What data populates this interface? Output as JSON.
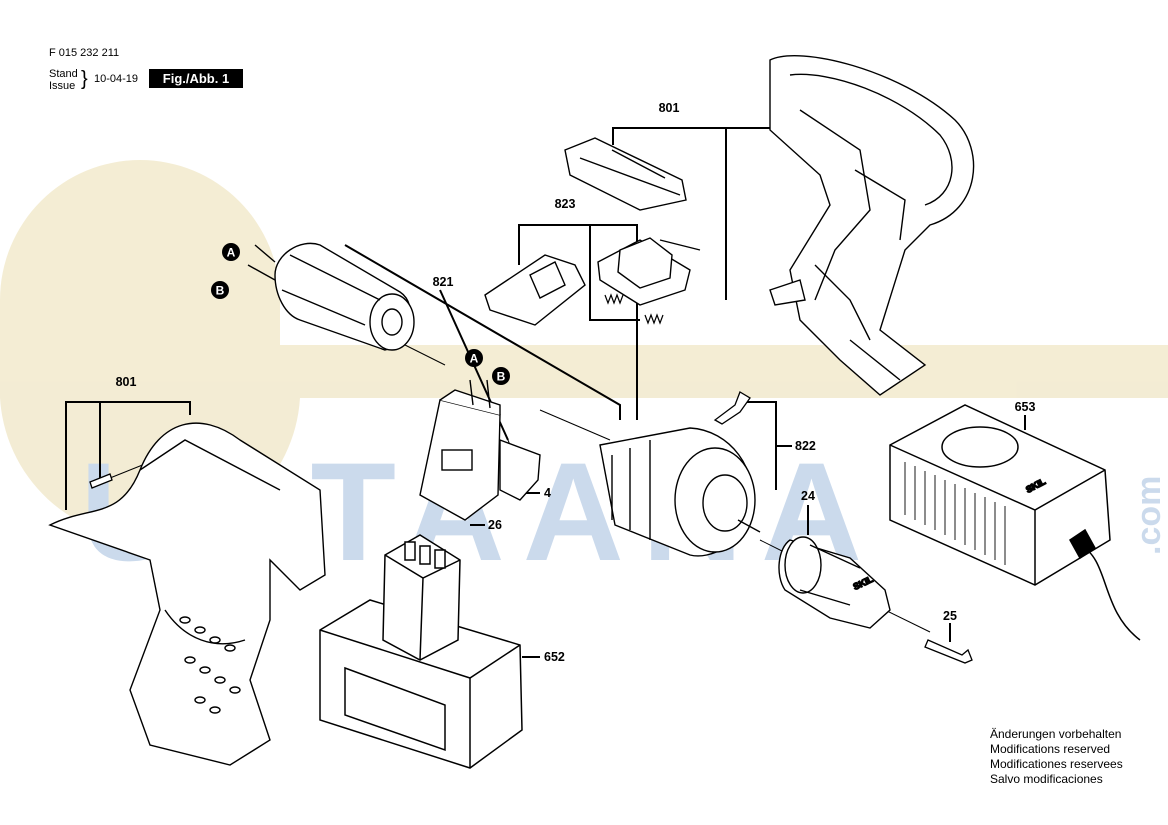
{
  "header": {
    "doc_number": "F 015 232 211",
    "stand_label": "Stand",
    "issue_label": "Issue",
    "date": "10-04-19",
    "figure_label": "Fig./Abb. 1"
  },
  "watermark": {
    "text": "USTAANA",
    "suffix": ".com",
    "color": "#c9d9ec"
  },
  "parts": {
    "p801_left": "801",
    "p801_top": "801",
    "p823": "823",
    "p821": "821",
    "p4": "4",
    "p26": "26",
    "p822": "822",
    "p24": "24",
    "p25": "25",
    "p652": "652",
    "p653": "653"
  },
  "connectors": {
    "a": "A",
    "b": "B"
  },
  "charger_brand": "SKIL",
  "chuck_brand": "SKIL",
  "notes": [
    "Änderungen vorbehalten",
    "Modifications reserved",
    "Modificationes reservees",
    "Salvo modificaciones"
  ]
}
